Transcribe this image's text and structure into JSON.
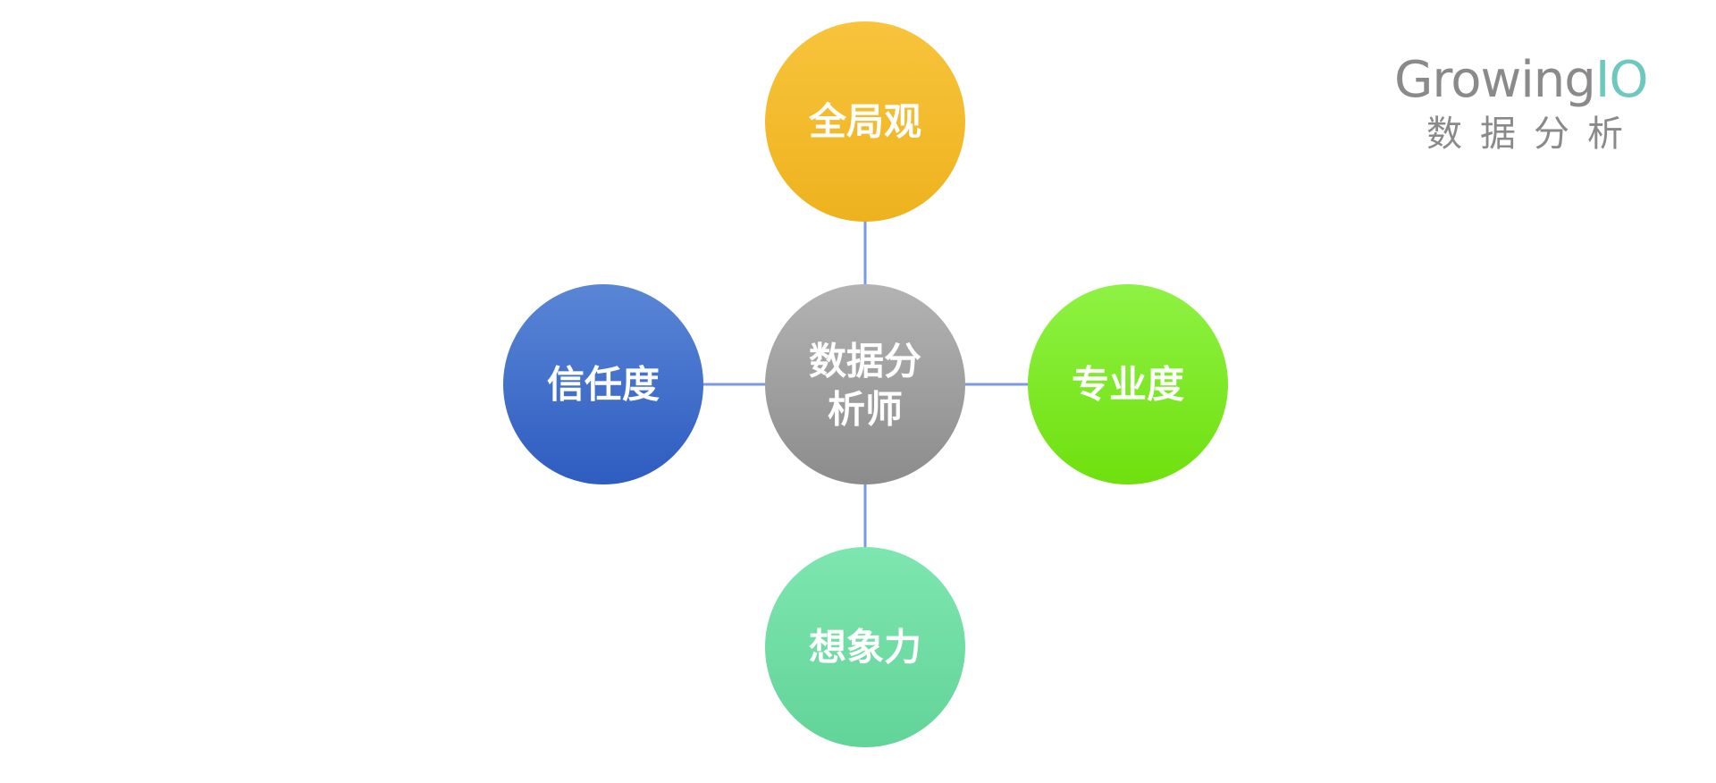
{
  "diagram": {
    "center": {
      "lines": [
        "数据分",
        "析师"
      ]
    },
    "nodes": {
      "top": {
        "label": "全局观"
      },
      "left": {
        "label": "信任度"
      },
      "right": {
        "label": "专业度"
      },
      "bottom": {
        "label": "想象力"
      }
    },
    "colors": {
      "center": [
        "#b3b3b3",
        "#8c8c8c"
      ],
      "top": [
        "#f8c43c",
        "#eeb21e"
      ],
      "left": [
        "#5a86d6",
        "#2e5cc0"
      ],
      "right": [
        "#8ef243",
        "#6fe00e"
      ],
      "bottom": [
        "#7ee6b0",
        "#62d498"
      ],
      "connector": "#7b9be0"
    }
  },
  "logo": {
    "word_main": "Growing",
    "word_accent": "IO",
    "subtitle": "数据分析",
    "colors": {
      "main": "#8a8a8a",
      "accent": "#6dc9bd"
    }
  }
}
